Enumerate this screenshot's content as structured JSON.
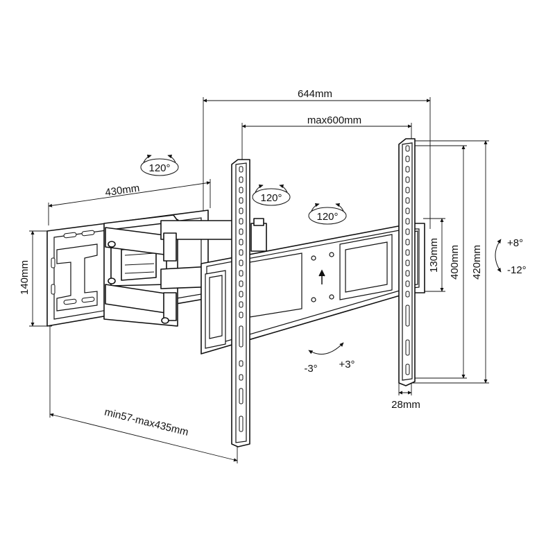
{
  "dimensions": {
    "total_width": "644mm",
    "max_hole_width": "max600mm",
    "arm_length": "430mm",
    "wall_plate_height": "140mm",
    "min_max_extension": "min57-max435mm",
    "hole_height": "400mm",
    "total_height": "420mm",
    "center_plate_height": "130mm",
    "profile_depth": "28mm"
  },
  "rotations": {
    "wall_swivel": "120°",
    "middle_swivel": "120°",
    "head_swivel": "120°",
    "tilt_up": "+8°",
    "tilt_down": "-12°",
    "level_minus": "-3°",
    "level_plus": "+3°"
  }
}
